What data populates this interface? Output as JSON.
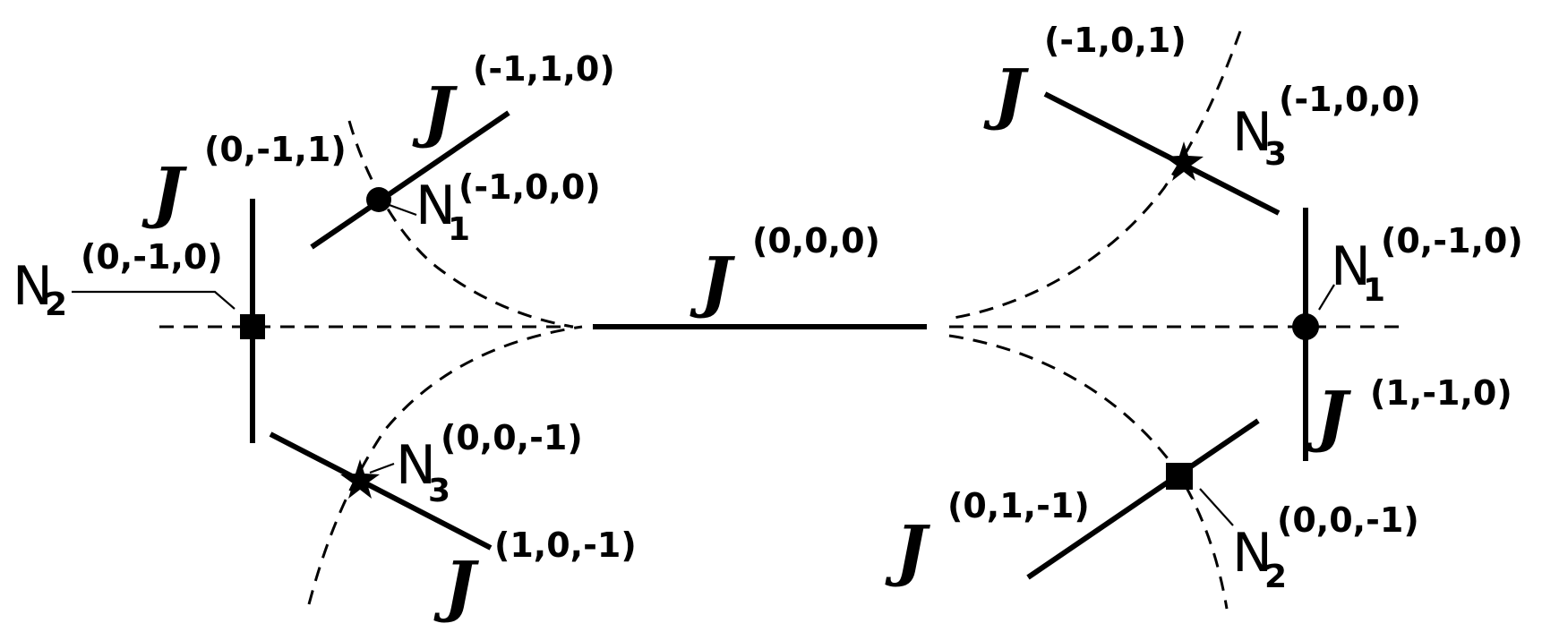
{
  "diagram": {
    "central_line": {
      "symbol": "J",
      "superscript": "(0,0,0)"
    },
    "left_graph": {
      "lines": {
        "J_0m11": {
          "symbol": "J",
          "superscript": "(0,-1,1)"
        },
        "J_m110": {
          "symbol": "J",
          "superscript": "(-1,1,0)"
        },
        "J_10m1": {
          "symbol": "J",
          "superscript": "(1,0,-1)"
        }
      },
      "nodes": {
        "N2": {
          "symbol": "N",
          "subscript": "2",
          "superscript": "(0,-1,0)",
          "marker": "square"
        },
        "N1": {
          "symbol": "N",
          "subscript": "1",
          "superscript": "(-1,0,0)",
          "marker": "circle"
        },
        "N3": {
          "symbol": "N",
          "subscript": "3",
          "superscript": "(0,0,-1)",
          "marker": "star"
        }
      }
    },
    "right_graph": {
      "lines": {
        "J_m101": {
          "symbol": "J",
          "superscript": "(-1,0,1)"
        },
        "J_1m10": {
          "symbol": "J",
          "superscript": "(1,-1,0)"
        },
        "J_01m1": {
          "symbol": "J",
          "superscript": "(0,1,-1)"
        }
      },
      "nodes": {
        "N3": {
          "symbol": "N",
          "subscript": "3",
          "superscript": "(-1,0,0)",
          "marker": "star"
        },
        "N1": {
          "symbol": "N",
          "subscript": "1",
          "superscript": "(0,-1,0)",
          "marker": "circle"
        },
        "N2": {
          "symbol": "N",
          "subscript": "2",
          "superscript": "(0,0,-1)",
          "marker": "square"
        }
      }
    }
  }
}
